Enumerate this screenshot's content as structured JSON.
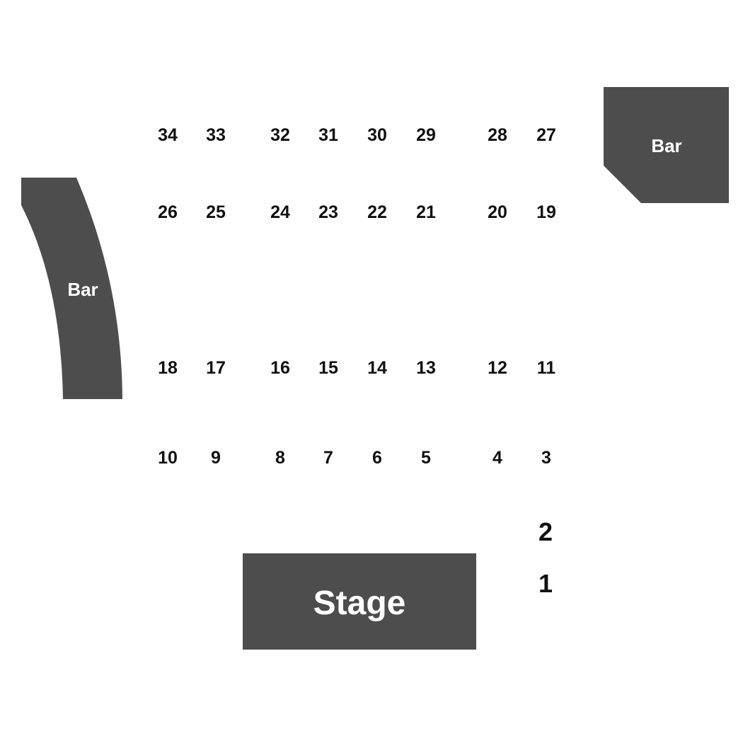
{
  "fixtures": {
    "left_bar": "Bar",
    "right_bar": "Bar",
    "stage": "Stage"
  },
  "colors": {
    "fixture": "#4d4d4d",
    "fixture_text": "#ffffff",
    "seat_text": "#111111",
    "background": "#ffffff"
  },
  "tables": {
    "row1": [
      "34",
      "33",
      "32",
      "31",
      "30",
      "29",
      "28",
      "27"
    ],
    "row2": [
      "26",
      "25",
      "24",
      "23",
      "22",
      "21",
      "20",
      "19"
    ],
    "row3": [
      "18",
      "17",
      "16",
      "15",
      "14",
      "13",
      "12",
      "11"
    ],
    "row4": [
      "10",
      "9",
      "8",
      "7",
      "6",
      "5",
      "4",
      "3"
    ],
    "side": [
      "2",
      "1"
    ]
  }
}
